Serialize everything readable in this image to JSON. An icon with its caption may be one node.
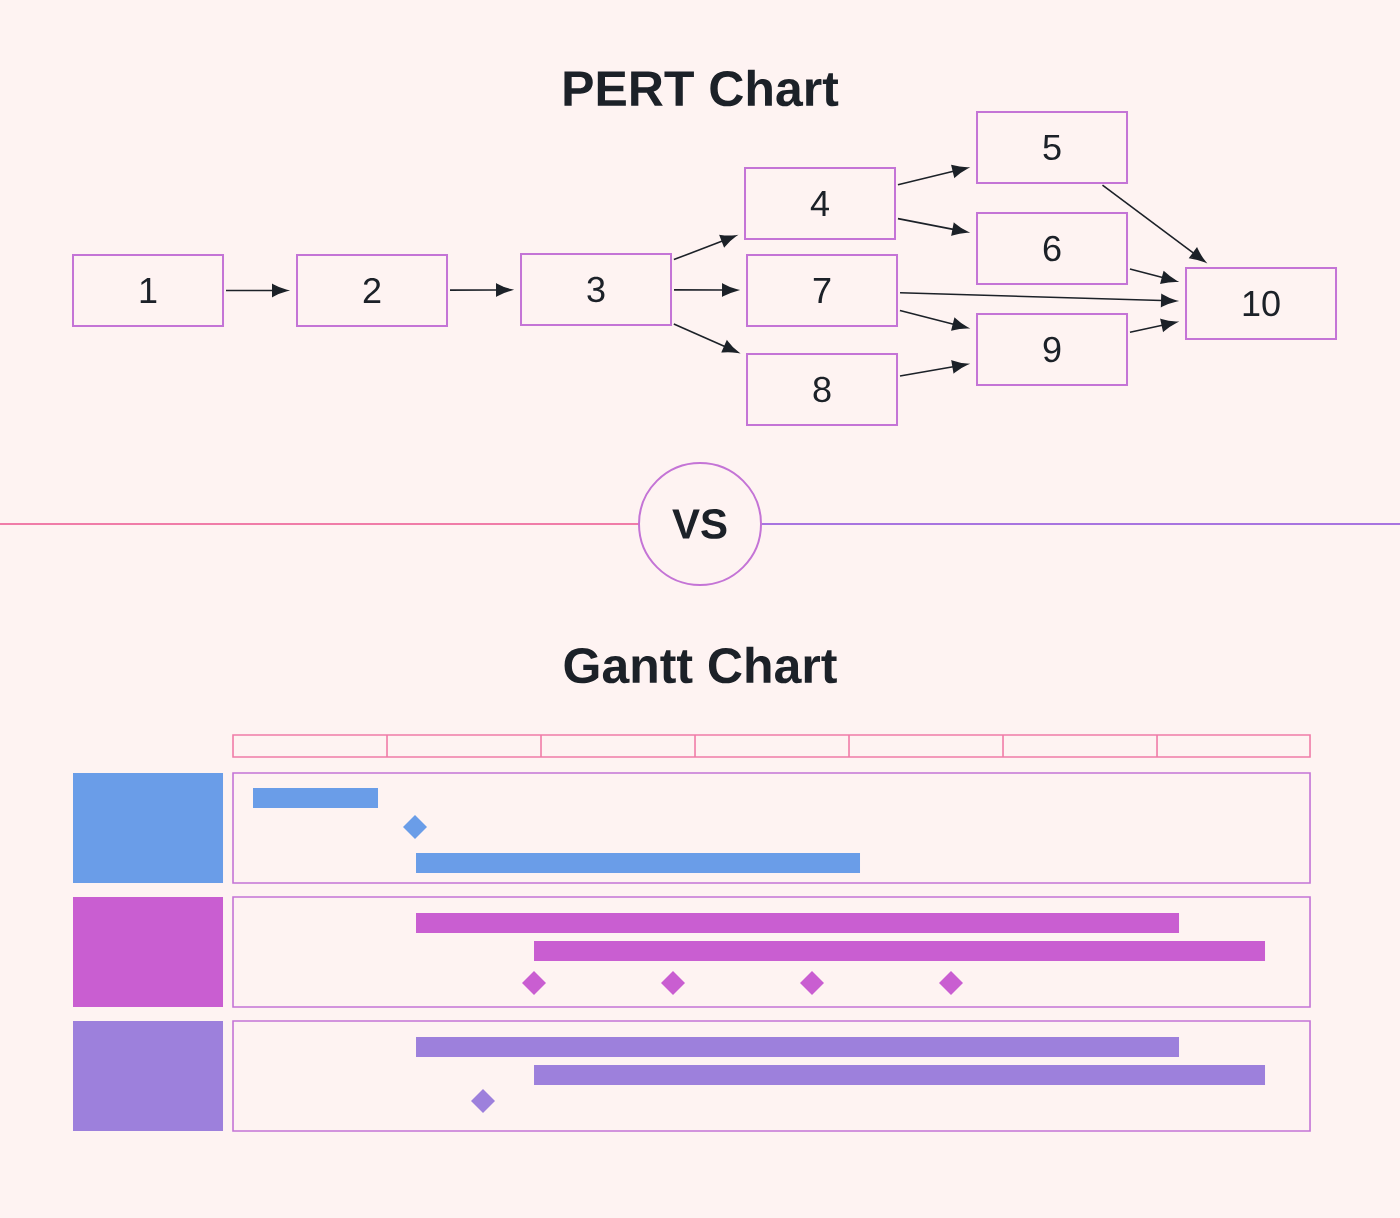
{
  "diagram": {
    "title": "PERT Chart",
    "nodes": [
      {
        "text": [
          "1"
        ]
      },
      {
        "text": [
          "2"
        ]
      },
      {
        "text": [
          "3"
        ]
      },
      {
        "text": [
          "4"
        ]
      },
      {
        "text": [
          "5"
        ]
      },
      {
        "text": [
          "6"
        ]
      },
      {
        "text": [
          "7"
        ]
      },
      {
        "text": [
          "8"
        ]
      },
      {
        "text": [
          "9"
        ]
      },
      {
        "text": [
          "10"
        ]
      },
      {
        "text": [
          "VS"
        ]
      }
    ],
    "edges": [
      {
        "from": 0,
        "to": 1,
        "arrow": "to"
      },
      {
        "from": 1,
        "to": 2,
        "arrow": "to"
      },
      {
        "from": 2,
        "to": 3,
        "arrow": "to"
      },
      {
        "from": 2,
        "to": 6,
        "arrow": "to"
      },
      {
        "from": 2,
        "to": 7,
        "arrow": "to"
      },
      {
        "from": 3,
        "to": 4,
        "arrow": "to"
      },
      {
        "from": 3,
        "to": 5,
        "arrow": "to"
      },
      {
        "from": 4,
        "to": 9,
        "arrow": "to"
      },
      {
        "from": 5,
        "to": 9,
        "arrow": "to"
      },
      {
        "from": 6,
        "to": 9,
        "arrow": "to"
      },
      {
        "from": 6,
        "to": 8,
        "arrow": "to"
      },
      {
        "from": 7,
        "to": 8,
        "arrow": "to"
      },
      {
        "from": 8,
        "to": 9,
        "arrow": "to"
      }
    ],
    "labels": [
      "Gantt Chart"
    ]
  }
}
